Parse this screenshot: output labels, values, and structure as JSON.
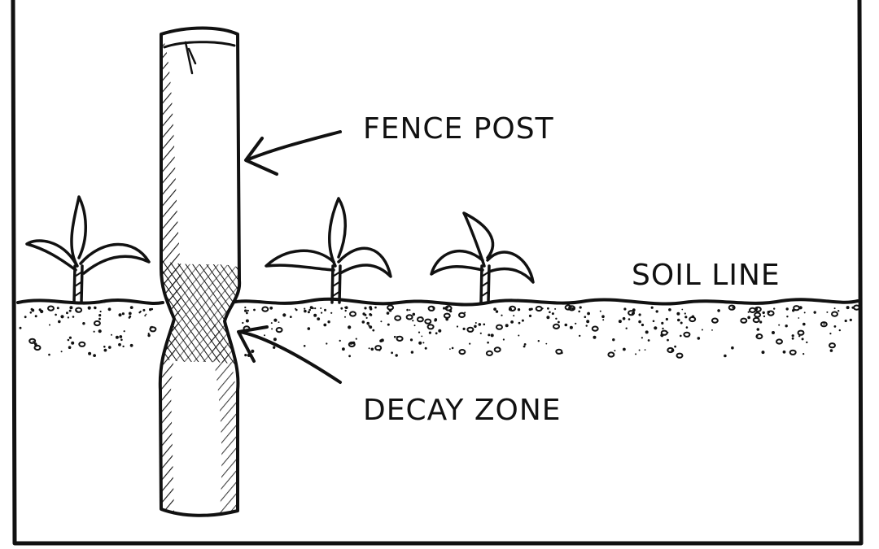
{
  "labels": {
    "fence_post": "FENCE POST",
    "soil_line": "SOIL LINE",
    "decay_zone": "DECAY ZONE"
  },
  "colors": {
    "ink": "#111111",
    "paper": "#ffffff"
  }
}
